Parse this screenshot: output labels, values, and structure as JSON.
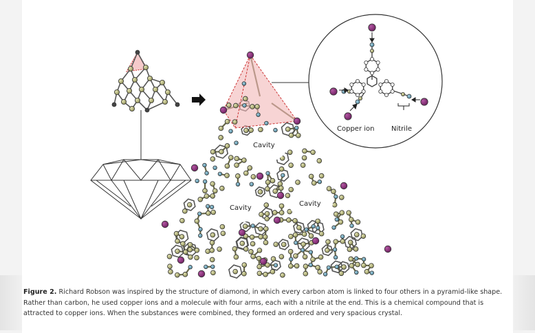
{
  "figure": {
    "labels": {
      "cavity_top": "Cavity",
      "cavity_left": "Cavity",
      "cavity_right": "Cavity",
      "copper_ion": "Copper ion",
      "nitrile": "Nitrile"
    },
    "colors": {
      "carbon": "#c9c98e",
      "copper": "#8e2f7e",
      "nitrogen": "#6fa7bd",
      "pyramid": "#f2b8b8",
      "pyramid_edge": "#cc3333",
      "bond": "#555555"
    },
    "icons": {
      "arrow": "right-arrow-icon",
      "diamond": "diamond-gem-icon"
    }
  },
  "caption": {
    "title": "Figure 2.",
    "text": " Richard Robson was inspired by the structure of diamond, in which every carbon atom is linked to four others in a pyramid-like shape. Rather than carbon, he used copper ions and a molecule with four arms, each with a nitrile at the end. This is a chemical compound that is attracted to copper ions. When the substances were combined, they formed an ordered and very spacious crystal."
  }
}
